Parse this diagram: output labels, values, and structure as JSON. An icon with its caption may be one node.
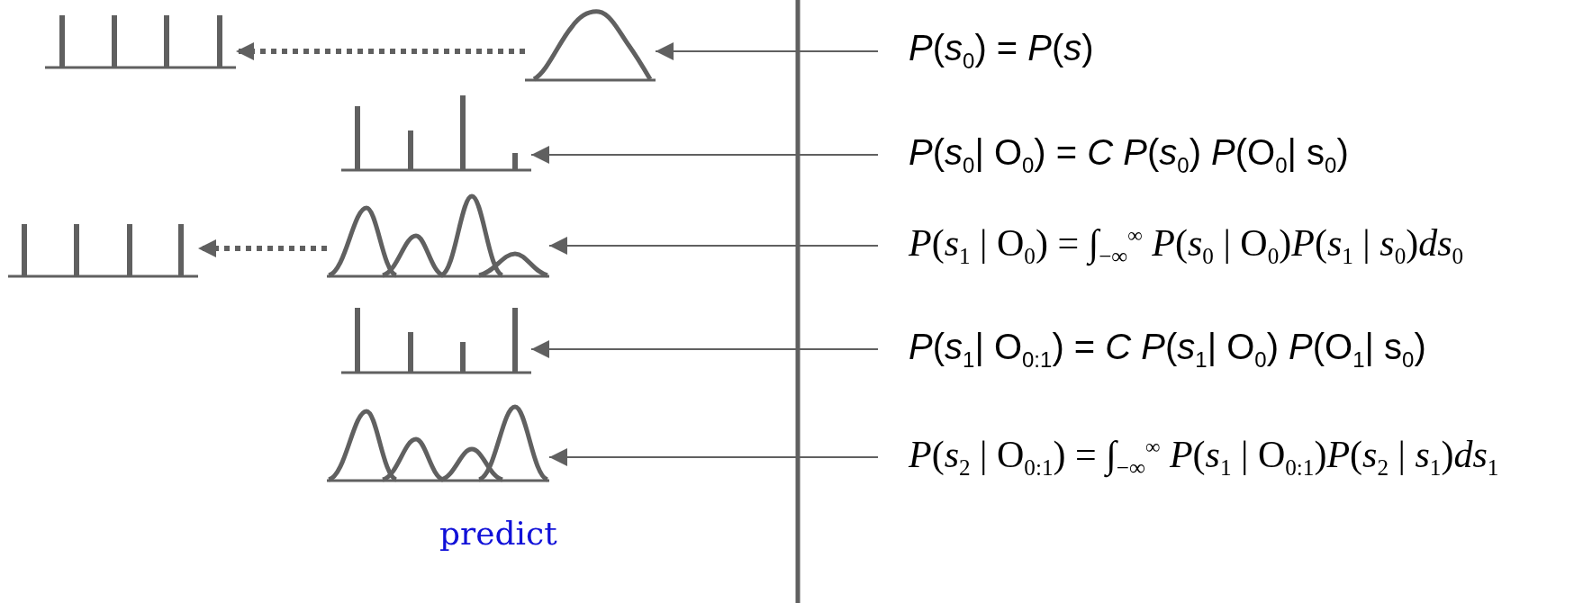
{
  "diagram": {
    "nodes": [
      {
        "text": [],
        "shape": "picture"
      },
      {
        "text": [],
        "shape": "picture"
      },
      {
        "text": [
          "*P*(*s*$_{0}$) = *P*(*s*)"
        ]
      },
      {
        "text": [],
        "shape": "picture"
      },
      {
        "text": [
          "*P*(*s*$_{0}$| O$_{0}$) = *C* *P*(*s*$_{0}$) *P*(O$_{0}$| s$_{0}$)"
        ]
      },
      {
        "text": [],
        "shape": "picture"
      },
      {
        "text": [],
        "shape": "picture"
      },
      {
        "text": [
          "*P*(*s*$_{1}$ | O$_{0}$) = ∫$_{−∞}$$^{∞}$ *P*(*s*$_{0}$ | O$_{0}$)*P*(*s*$_{1}$ | *s*$_{0}$)*ds*$_{0}$"
        ]
      },
      {
        "text": [],
        "shape": "picture"
      },
      {
        "text": [
          "*P*(*s*$_{1}$| O$_{0:1}$) = *C* *P*(*s*$_{1}$| O$_{0}$) *P*(O$_{1}$| s$_{0}$)"
        ]
      },
      {
        "text": [],
        "shape": "picture"
      },
      {
        "text": [
          "*P*(*s*$_{2}$ | O$_{0:1}$) = ∫$_{−∞}$$^{∞}$ *P*(*s*$_{1}$ | O$_{0:1}$)*P*(*s*$_{2}$ | *s*$_{1}$)*ds*$_{1}$"
        ]
      }
    ],
    "edges": [
      {
        "from": 2,
        "to": 1,
        "arrow": "to"
      },
      {
        "from": 1,
        "to": 0,
        "arrow": "to",
        "style": "dashed"
      },
      {
        "from": 4,
        "to": 3,
        "arrow": "to"
      },
      {
        "from": 6,
        "to": 5,
        "arrow": "to",
        "style": "dashed"
      },
      {
        "from": 7,
        "to": 6,
        "arrow": "to"
      },
      {
        "from": 9,
        "to": 8,
        "arrow": "to"
      },
      {
        "from": 11,
        "to": 10,
        "arrow": "to"
      }
    ],
    "labels": [
      "predict"
    ]
  }
}
